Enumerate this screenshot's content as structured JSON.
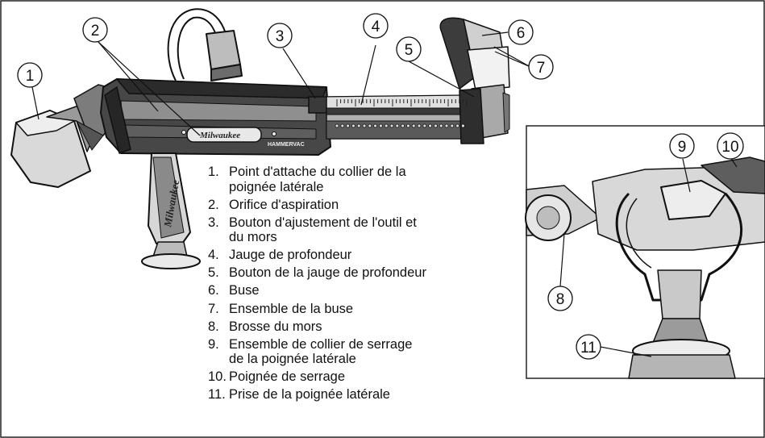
{
  "callouts": [
    "1",
    "2",
    "3",
    "4",
    "5",
    "6",
    "7",
    "8",
    "9",
    "10",
    "11"
  ],
  "brand": {
    "logo": "Milwaukee",
    "product": "HAMMERVAC"
  },
  "legend": [
    {
      "num": "1.",
      "text": "Point d'attache du collier de la\npoignée latérale"
    },
    {
      "num": "2.",
      "text": "Orifice d'aspiration"
    },
    {
      "num": "3.",
      "text": "Bouton d'ajustement de l'outil et\ndu mors"
    },
    {
      "num": "4.",
      "text": "Jauge de profondeur"
    },
    {
      "num": "5.",
      "text": "Bouton de la jauge de profondeur"
    },
    {
      "num": "6.",
      "text": "Buse"
    },
    {
      "num": "7.",
      "text": "Ensemble de la buse"
    },
    {
      "num": "8.",
      "text": "Brosse du mors"
    },
    {
      "num": "9.",
      "text": "Ensemble de collier de serrage\nde la poignée latérale"
    },
    {
      "num": "10.",
      "text": "Poignée de serrage"
    },
    {
      "num": "11.",
      "text": "Prise de la poignée latérale"
    }
  ]
}
